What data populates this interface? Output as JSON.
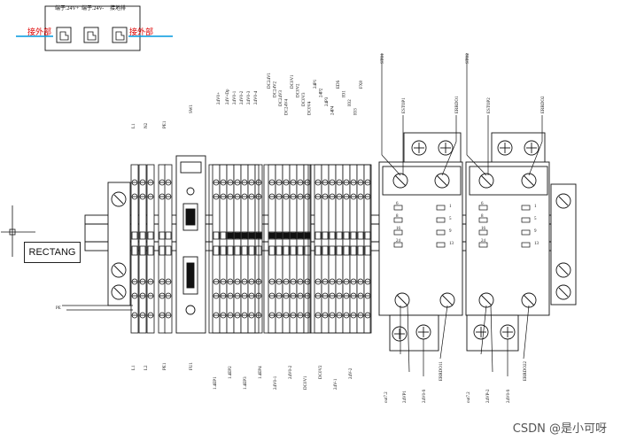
{
  "legend": {
    "labels": [
      "端子.24V+",
      "端子.24V-",
      "接地排"
    ],
    "conn_left": "接外部",
    "conn_right": "接外部"
  },
  "rect_label": "RECTANG",
  "top_labels": {
    "sto1": "STO1",
    "sto2": "STO2",
    "estop1": "ESTOP1",
    "errdo1": "ERRDO1",
    "estop2": "ESTOP2",
    "errdo2": "ERRDO2",
    "g1": [
      "L1",
      "N2",
      "PE1",
      "SW1",
      "24V0+",
      "24V+Dp",
      "24V0-1",
      "24V0-2",
      "24V0-3",
      "24V0-4"
    ],
    "g2": [
      "DC24V1",
      "DC24V2",
      "DC24V3",
      "DC24V4",
      "DC0V1",
      "DC0V2",
      "DC0V3",
      "DC0V4",
      "24P1",
      "24P2",
      "24P3",
      "24P4",
      "EDS",
      "IO1",
      "IO2",
      "IO3",
      "FX8"
    ]
  },
  "bottom_labels": {
    "left": [
      "L1",
      "L2",
      "PE1",
      "FU1"
    ],
    "mid": [
      "1.4EP1",
      "1.4EP2",
      "1.4EP3",
      "1.4EP4",
      "24V0-1",
      "24V0-2",
      "DC0V1",
      "DC0V2",
      "24V-1",
      "24V-2"
    ],
    "r1": [
      "out7.2",
      "24VP1",
      "24V0-9",
      "ERRDO11"
    ],
    "r2": [
      "out7.2",
      "24VP-2",
      "24V0-9",
      "ERRDO22"
    ]
  },
  "relay_terminals": {
    "left": [
      "6",
      "8",
      "16",
      "24"
    ],
    "right": [
      "1",
      "5",
      "9",
      "13"
    ]
  },
  "side_labels": [
    "PE"
  ],
  "watermark": "CSDN @是小可呀",
  "colors": {
    "accent": "#0099dd",
    "conn_text": "#dd0000",
    "line": "#111111"
  }
}
